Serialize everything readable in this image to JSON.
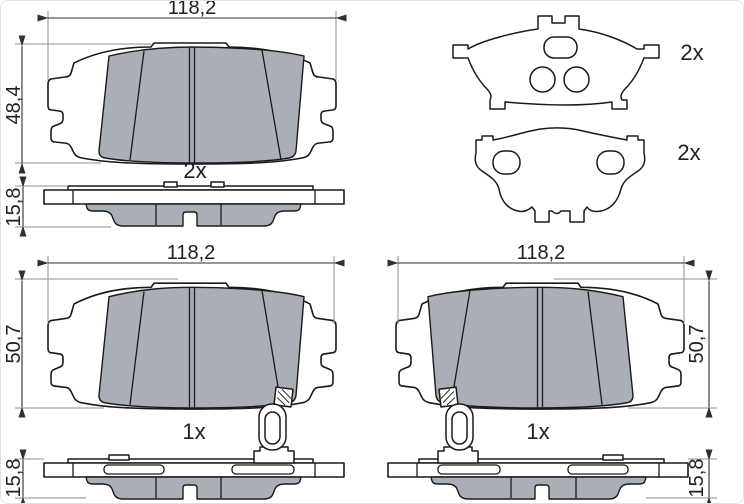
{
  "diagram": {
    "type": "brake-pad-technical-drawing",
    "views": {
      "pad_upper": {
        "width": "118,2",
        "height": "48,4",
        "thickness": "15,8",
        "quantity": "2x"
      },
      "backplate_upper": {
        "quantity": "2x"
      },
      "backplate_lower": {
        "quantity": "2x"
      },
      "pad_lower_left": {
        "width": "118,2",
        "height": "50,7",
        "thickness": "15,8",
        "quantity": "1x"
      },
      "pad_lower_right": {
        "width": "118,2",
        "height": "50,7",
        "thickness": "15,8",
        "quantity": "1x"
      }
    },
    "colors": {
      "background": "#ffffff",
      "friction": "#a9aeb7",
      "outline": "#1a1a1a",
      "dimension": "#2f2f2f",
      "extension": "#8f8f8f"
    }
  }
}
